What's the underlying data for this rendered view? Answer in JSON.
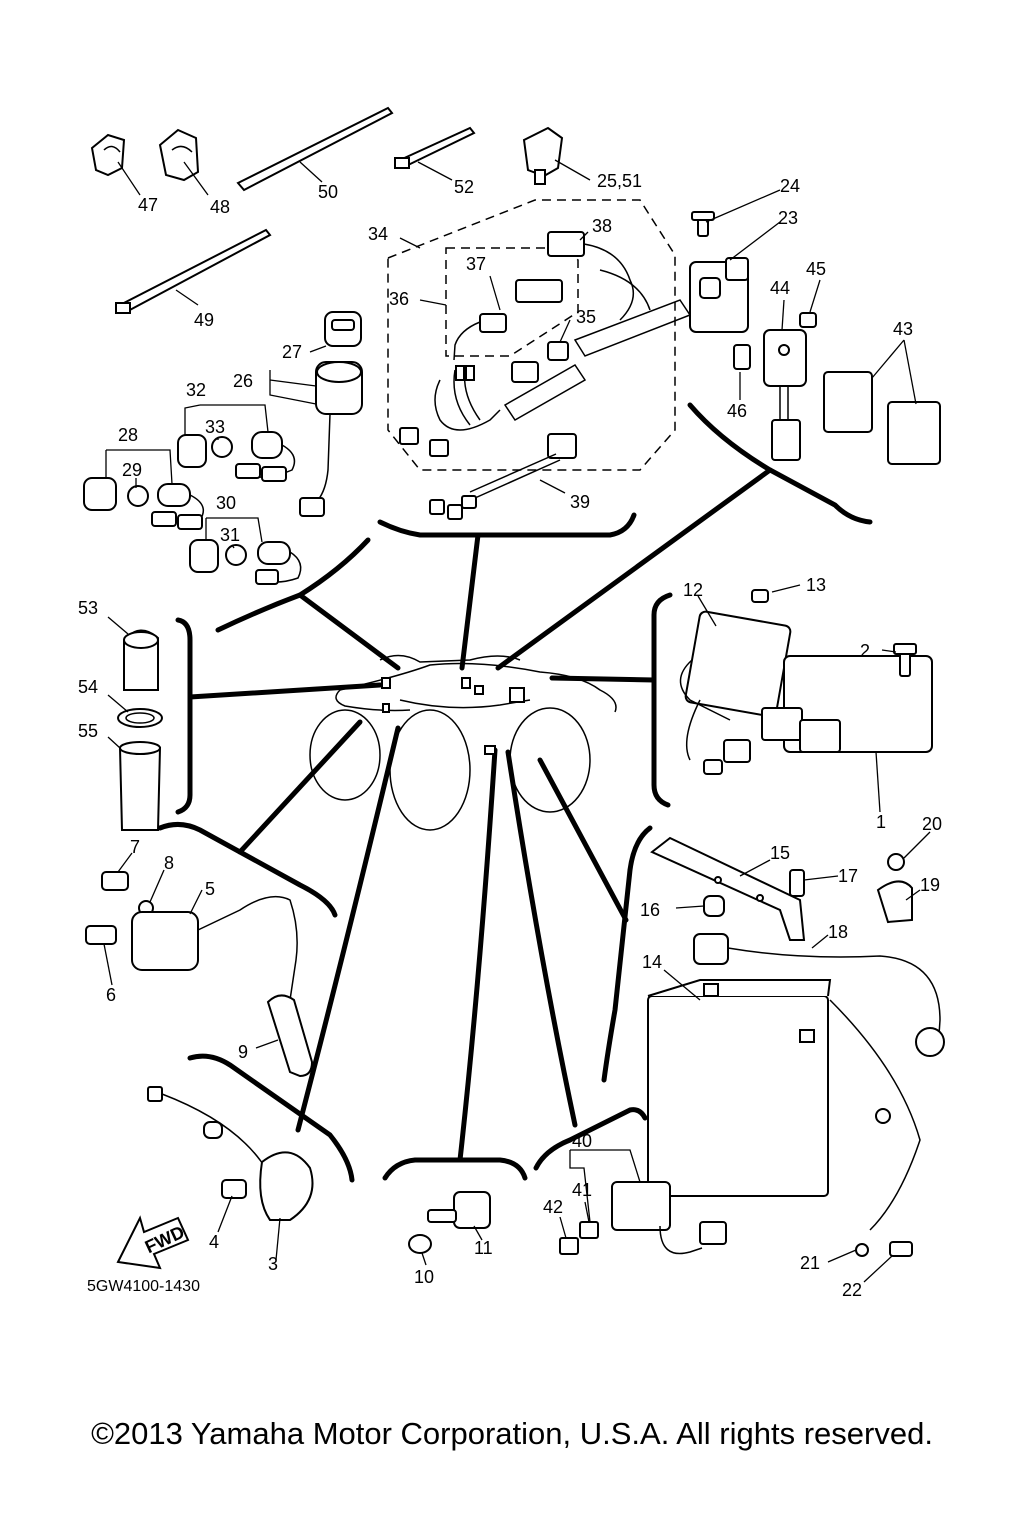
{
  "diagram": {
    "callouts": [
      {
        "id": "c1",
        "text": "1"
      },
      {
        "id": "c2",
        "text": "2"
      },
      {
        "id": "c3",
        "text": "3"
      },
      {
        "id": "c4",
        "text": "4"
      },
      {
        "id": "c5",
        "text": "5"
      },
      {
        "id": "c6",
        "text": "6"
      },
      {
        "id": "c7",
        "text": "7"
      },
      {
        "id": "c8",
        "text": "8"
      },
      {
        "id": "c9",
        "text": "9"
      },
      {
        "id": "c10",
        "text": "10"
      },
      {
        "id": "c11",
        "text": "11"
      },
      {
        "id": "c12",
        "text": "12"
      },
      {
        "id": "c13",
        "text": "13"
      },
      {
        "id": "c14",
        "text": "14"
      },
      {
        "id": "c15",
        "text": "15"
      },
      {
        "id": "c16",
        "text": "16"
      },
      {
        "id": "c17",
        "text": "17"
      },
      {
        "id": "c18",
        "text": "18"
      },
      {
        "id": "c19",
        "text": "19"
      },
      {
        "id": "c20",
        "text": "20"
      },
      {
        "id": "c21",
        "text": "21"
      },
      {
        "id": "c22",
        "text": "22"
      },
      {
        "id": "c23",
        "text": "23"
      },
      {
        "id": "c24",
        "text": "24"
      },
      {
        "id": "c25",
        "text": "25,51"
      },
      {
        "id": "c26",
        "text": "26"
      },
      {
        "id": "c27",
        "text": "27"
      },
      {
        "id": "c28",
        "text": "28"
      },
      {
        "id": "c29",
        "text": "29"
      },
      {
        "id": "c30",
        "text": "30"
      },
      {
        "id": "c31",
        "text": "31"
      },
      {
        "id": "c32",
        "text": "32"
      },
      {
        "id": "c33",
        "text": "33"
      },
      {
        "id": "c34",
        "text": "34"
      },
      {
        "id": "c35",
        "text": "35"
      },
      {
        "id": "c36",
        "text": "36"
      },
      {
        "id": "c37",
        "text": "37"
      },
      {
        "id": "c38",
        "text": "38"
      },
      {
        "id": "c39",
        "text": "39"
      },
      {
        "id": "c40",
        "text": "40"
      },
      {
        "id": "c41",
        "text": "41"
      },
      {
        "id": "c42",
        "text": "42"
      },
      {
        "id": "c43",
        "text": "43"
      },
      {
        "id": "c44",
        "text": "44"
      },
      {
        "id": "c45",
        "text": "45"
      },
      {
        "id": "c46",
        "text": "46"
      },
      {
        "id": "c47",
        "text": "47"
      },
      {
        "id": "c48",
        "text": "48"
      },
      {
        "id": "c49",
        "text": "49"
      },
      {
        "id": "c50",
        "text": "50"
      },
      {
        "id": "c52",
        "text": "52"
      },
      {
        "id": "c53",
        "text": "53"
      },
      {
        "id": "c54",
        "text": "54"
      },
      {
        "id": "c55",
        "text": "55"
      }
    ],
    "fwd_label": "FWD",
    "drawing_code": "5GW4100-1430"
  },
  "footer": {
    "copyright": "©2013 Yamaha Motor Corporation, U.S.A. All rights reserved."
  }
}
